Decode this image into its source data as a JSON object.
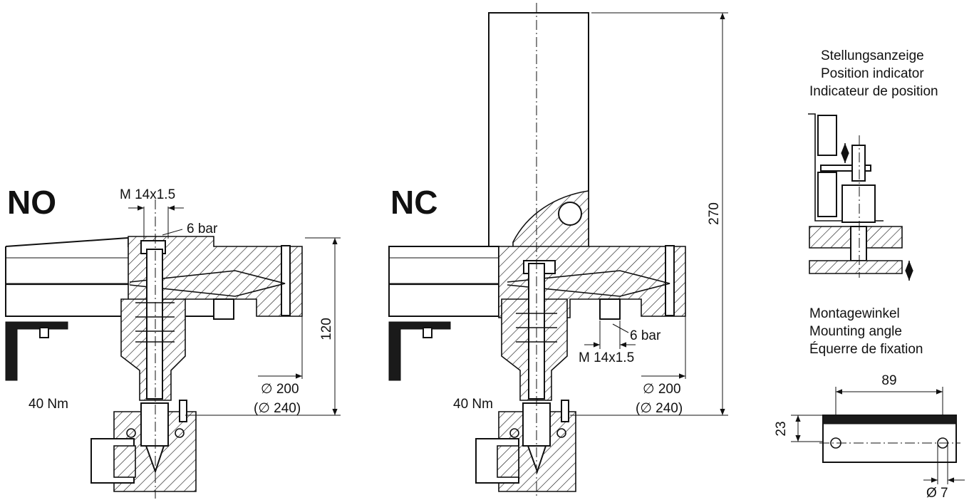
{
  "no_view": {
    "title": "NO",
    "thread_label": "M 14x1.5",
    "pressure_label": "6 bar",
    "height_dim": "120",
    "torque_label": "40 Nm",
    "diameter_label": "∅ 200",
    "diameter_alt_label": "(∅ 240)"
  },
  "nc_view": {
    "title": "NC",
    "height_dim": "270",
    "pressure_label": "6 bar",
    "thread_label": "M 14x1.5",
    "torque_label": "40 Nm",
    "diameter_label": "∅ 200",
    "diameter_alt_label": "(∅ 240)"
  },
  "position_indicator": {
    "caption_de": "Stellungsanzeige",
    "caption_en": "Position indicator",
    "caption_fr": "Indicateur de position"
  },
  "mounting_angle": {
    "caption_de": "Montagewinkel",
    "caption_en": "Mounting angle",
    "caption_fr": "Équerre de fixation",
    "width_dim": "89",
    "height_dim": "23",
    "hole_dim": "Ø 7"
  }
}
